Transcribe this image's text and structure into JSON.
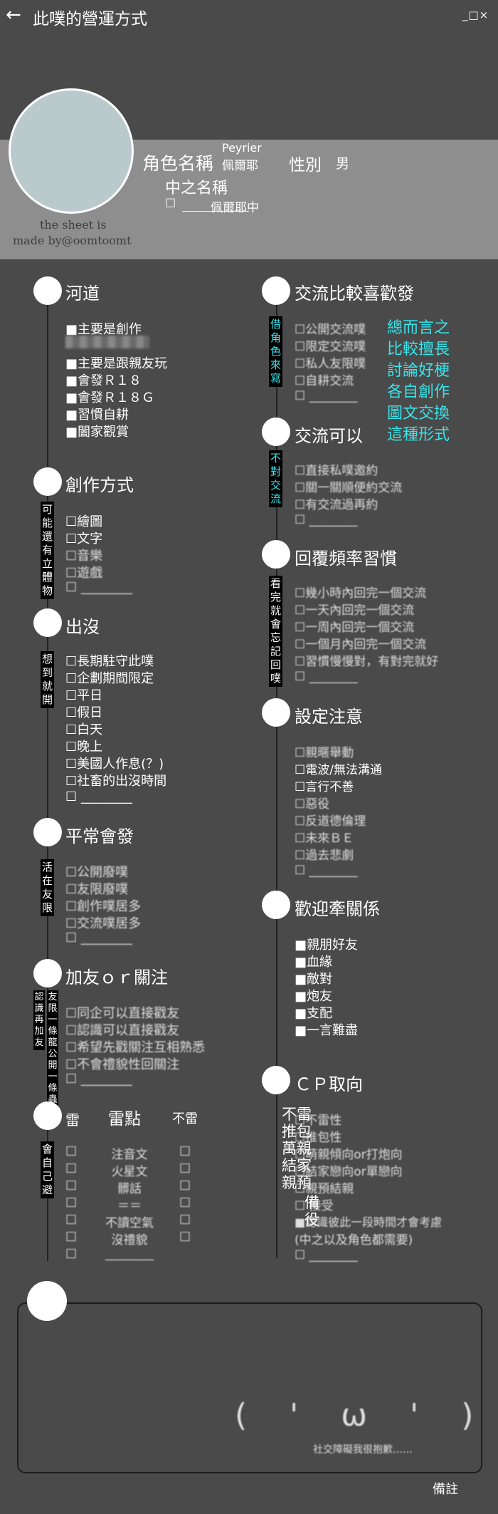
{
  "header": {
    "back_icon": "arrow-left-icon",
    "title": "此噗的營運方式",
    "window_controls": "_□×"
  },
  "profile": {
    "role_label": "角色名稱",
    "name_en": "Peyrier",
    "name_zh": "佩爾耶",
    "gender_label": "性別",
    "gender_value": "男",
    "cn_name_label": "中之名稱",
    "cn_name_value": "佩爾耶中",
    "credit_line1": "the sheet is",
    "credit_line2": "made by@oomtoomt"
  },
  "sections": {
    "hedao": {
      "title": "河道",
      "items": [
        "■主要是創作",
        "■主要是跟親友玩",
        "■會發Ｒ１８",
        "■會發Ｒ１８Ｇ",
        "■習慣自耕",
        "■闔家觀賞"
      ]
    },
    "chuangzuo": {
      "title": "創作方式",
      "tag": "可能還有立體物",
      "items": [
        "☐繪圖",
        "☐文字",
        "☐音樂",
        "☐遊戲",
        "☐ ________"
      ]
    },
    "chumo": {
      "title": "出沒",
      "tag": "想到就開",
      "items": [
        "☐長期駐守此噗",
        "☐企劃期間限定",
        "☐平日",
        "☐假日",
        "☐白天",
        "☐晚上",
        "☐美國人作息(？)",
        "☐社畜的出沒時間",
        "☐ ________"
      ]
    },
    "pingchang": {
      "title": "平常會發",
      "tag": "活在友限",
      "items": [
        "☐公開廢噗",
        "☐友限廢噗",
        "☐創作噗居多",
        "☐交流噗居多",
        "☐ ________"
      ]
    },
    "jiayou": {
      "title": "加友ｏｒ關注",
      "tag1": "認識再加友",
      "tag2": "友限一條龍公開一條蟲",
      "items": [
        "☐同企可以直接戳友",
        "☐認識可以直接戳友",
        "☐希望先戳關注互相熟悉",
        "☐不會禮貌性回關注",
        "☐ ________"
      ]
    },
    "lei": {
      "title": "雷",
      "col_mid": "雷點",
      "col_right": "不雷",
      "tag": "會自己避",
      "rows": [
        "注音文",
        "火星文",
        "髒話",
        "＝＝",
        "不讀空氣",
        "沒禮貌",
        "________"
      ]
    },
    "jiaoliu": {
      "title": "交流比較喜歡發",
      "tag": "借角色來寫",
      "items": [
        "☐公開交流噗",
        "☐限定交流噗",
        "☐私人友限噗",
        "☐自耕交流",
        "☐ ________"
      ],
      "note": [
        "總而言之",
        "比較擅長",
        "討論好梗",
        "各自創作",
        "圖文交換",
        "這種形式"
      ]
    },
    "jiaoliu_ok": {
      "title": "交流可以",
      "tag": "不對交流",
      "items": [
        "☐直接私噗邀約",
        "☐關一關順便約交流",
        "☐有交流過再約",
        "☐ ________"
      ]
    },
    "huifu": {
      "title": "回覆頻率習慣",
      "tag": "看完就會忘記回噗",
      "items": [
        "☐幾小時內回完一個交流",
        "☐一天內回完一個交流",
        "☐一周內回完一個交流",
        "☐一個月內回完一個交流",
        "☐習慣慢慢對，有對完就好",
        "☐ ________"
      ]
    },
    "sheding": {
      "title": "設定注意",
      "items": [
        "☐親暱舉動",
        "☐電波/無法溝通",
        "☐言行不善",
        "☐惡役",
        "☐反道德倫理",
        "☐未來ＢＥ",
        "☐過去悲劇",
        "☐ ________"
      ]
    },
    "qianguanxi": {
      "title": "歡迎牽關係",
      "items": [
        "■親朋好友",
        "■血緣",
        "■敵對",
        "■炮友",
        "■支配",
        "■一言難盡"
      ]
    },
    "cp": {
      "title": "ＣＰ取向",
      "items": [
        "☐不雷性",
        "☐推包性",
        "☐萌親傾向or打炮向",
        "☐結家戀向or單戀向",
        "☐親預結親",
        "☐ 接受",
        "■認識彼此一段時間才會考慮",
        "(中之以及角色都需要)",
        "☐ ________"
      ],
      "overlay": [
        "不雷",
        "推包",
        "萬親",
        "結家",
        "親預",
        "備",
        "役"
      ]
    }
  },
  "memo": {
    "kaomoji": "(　'　ω　'　)",
    "note": "社交障礙我很抱歉……",
    "label": "備註"
  }
}
